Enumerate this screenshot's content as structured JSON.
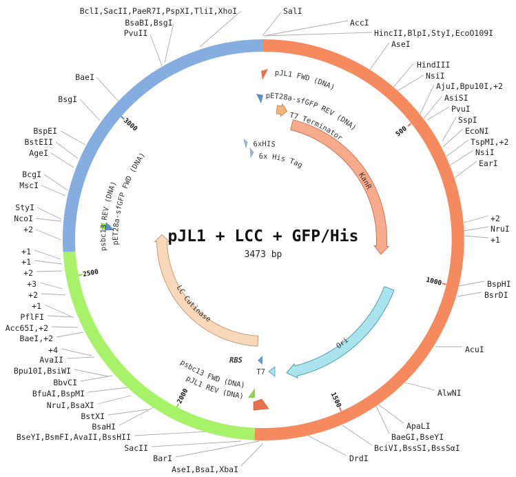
{
  "plasmid": {
    "name": "pJL1 + LCC + GFP/His",
    "length_label": "3473 bp",
    "colors": {
      "backbone_orange": "#f58a5e",
      "region_blue": "#85ade0",
      "region_green": "#a8f26a"
    }
  },
  "ticks": [
    "500",
    "1000",
    "1500",
    "2000",
    "2500",
    "3000"
  ],
  "features": {
    "kanr": "KanR",
    "ori": "Ori",
    "lc_cutinase": "LC Cutinase",
    "t7_terminator": "T7 Terminator",
    "rbs": "RBS",
    "t7": "T7",
    "his6": "6xHIS",
    "his_tag": "6x His Tag"
  },
  "primers": {
    "pjl1_fwd": "pJL1 FWD (DNA)",
    "pet28a_rev": "pET28a-sfGFP REV (DNA)",
    "psbc13_rev": "psbc13 REV (DNA)",
    "pet28a_fwd": "pET28a-sfGFP FWD (DNA)",
    "psbc13_fwd": "psbc13 FWD (DNA)",
    "pjl1_rev": "pJL1 REV (DNA)"
  },
  "enzymes": [
    "BclI,SacII,PaeR7I,PspXI,TliI,XhoI",
    "BsaBI,BsgI",
    "PvuII",
    "BaeI",
    "BsgI",
    "BspEI",
    "BstEII",
    "AgeI",
    "BcgI",
    "MscI",
    "StyI",
    "NcoI",
    "+2",
    "+1",
    "+1",
    "+2",
    "+3",
    "+2",
    "+1",
    "PflFI",
    "Acc65I,+2",
    "BaeI,+2",
    "+4",
    "AvaII",
    "Bpu10I,BsiWI",
    "BbvCI",
    "BfuAI,BspMI",
    "NruI,BsaXI",
    "BstXI",
    "BsaHI",
    "BseYI,BsmFI,AvaII,BssHII",
    "SacII",
    "BarI",
    "AseI,BsaI,XbaI",
    "SalI",
    "AccI",
    "HincII,BlpI,StyI,EcoO109I",
    "AseI",
    "HindIII",
    "NsiI",
    "AjuI,Bpu10I,+2",
    "AsiSI",
    "PvuI",
    "SspI",
    "EcoNI",
    "TspMI,+2",
    "NsiI",
    "EarI",
    "+2",
    "NruI",
    "+1",
    "BspHI",
    "BsrDI",
    "AcuI",
    "AlwNI",
    "ApaLI",
    "BaeGI,BseYI",
    "BciVI,BssSI,BssSαI",
    "DrdI"
  ]
}
